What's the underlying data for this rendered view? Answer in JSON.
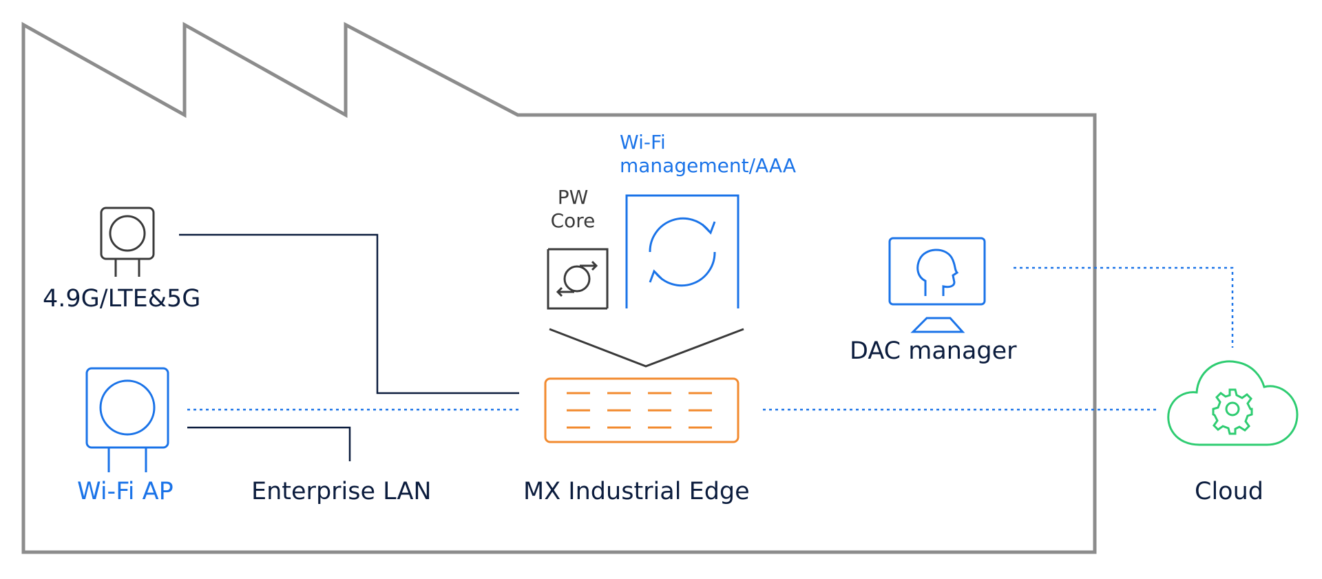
{
  "labels": {
    "lte": "4.9G/LTE&5G",
    "wifi_ap": "Wi-Fi AP",
    "enterprise_lan": "Enterprise LAN",
    "mx_edge": "MX Industrial Edge",
    "pw_core_1": "PW",
    "pw_core_2": "Core",
    "wifi_mgmt_1": "Wi-Fi",
    "wifi_mgmt_2": "management/AAA",
    "dac_manager": "DAC manager",
    "cloud": "Cloud"
  },
  "colors": {
    "factory_outline": "#8c8c8c",
    "dark": "#0b1c3d",
    "blue": "#1a73e8",
    "orange": "#f28a2e",
    "green": "#2ecc71",
    "gray": "#3a3a3a"
  },
  "icons": [
    "radio-antenna-icon",
    "wifi-ap-icon",
    "mx-edge-server-icon",
    "pw-core-icon",
    "wifi-management-icon",
    "dac-manager-monitor-icon",
    "cloud-gear-icon"
  ]
}
